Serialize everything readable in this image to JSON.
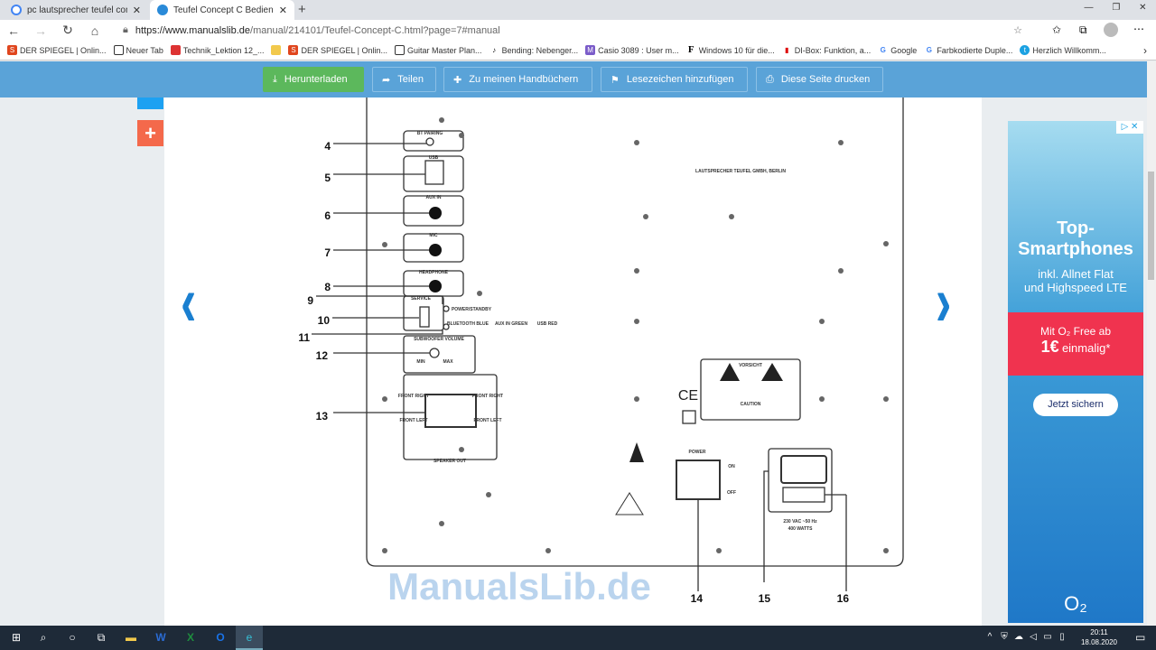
{
  "tabs": [
    {
      "label": "pc lautsprecher teufel concept c",
      "active": false
    },
    {
      "label": "Teufel Concept C Bedienungsanleitung",
      "active": true
    }
  ],
  "new_tab": "+",
  "window_controls": [
    "—",
    "❐",
    "✕"
  ],
  "url": {
    "host": "https://www.manualslib.de",
    "path": "/manual/214101/Teufel-Concept-C.html?page=7#manual"
  },
  "bookmarks": [
    "DER SPIEGEL | Onlin...",
    "Neuer Tab",
    "Technik_Lektion 12_...",
    "",
    "DER SPIEGEL | Onlin...",
    "Guitar Master Plan...",
    "Bending: Nebenger...",
    "Casio 3089 : User m...",
    "Windows 10 für die...",
    "DI-Box: Funktion, a...",
    "Google",
    "Farbkodierte Duple...",
    "Herzlich Willkomm..."
  ],
  "toolbar": {
    "download": "Herunterladen",
    "share": "Teilen",
    "add": "Zu meinen Handbüchern",
    "bookmark": "Lesezeichen hinzufügen",
    "print": "Diese Seite drucken"
  },
  "diagram": {
    "callouts": [
      "4",
      "5",
      "6",
      "7",
      "8",
      "9",
      "10",
      "11",
      "12",
      "13",
      "14",
      "15",
      "16"
    ],
    "labels": {
      "bt": "BT PAIRING",
      "usb": "USB",
      "aux": "AUX IN",
      "mic": "MIC",
      "headphone": "HEADPHONE",
      "service": "SERVICE",
      "power_standby": "POWER/STANDBY",
      "bt_blue": "BLUETOOTH BLUE",
      "aux_green": "AUX IN GREEN",
      "usb_red": "USB RED",
      "sub_volume": "SUBWOOFER VOLUME",
      "min": "MIN",
      "max": "MAX",
      "speaker_out": "SPEAKER OUT",
      "front_right": "FRONT RIGHT",
      "front_left": "FRONT LEFT",
      "power": "POWER",
      "on": "ON",
      "off": "OFF",
      "rating1": "230 VAC ~50 Hz",
      "rating2": "400 WATTS",
      "vorsicht": "VORSICHT",
      "caution": "CAUTION",
      "maker": "LAUTSPRECHER TEUFEL GMBH, BERLIN",
      "ce": "CE"
    },
    "watermark": "ManualsLib.de"
  },
  "ad": {
    "headline1": "Top-",
    "headline2": "Smartphones",
    "sub1": "inkl. Allnet Flat",
    "sub2": "und Highspeed LTE",
    "offer1": "Mit O₂ Free ab",
    "offer_price": "1€",
    "offer2": "einmalig*",
    "cta": "Jetzt sichern",
    "brand": "O₂"
  },
  "taskbar": {
    "time": "20:11",
    "date": "18.08.2020"
  }
}
